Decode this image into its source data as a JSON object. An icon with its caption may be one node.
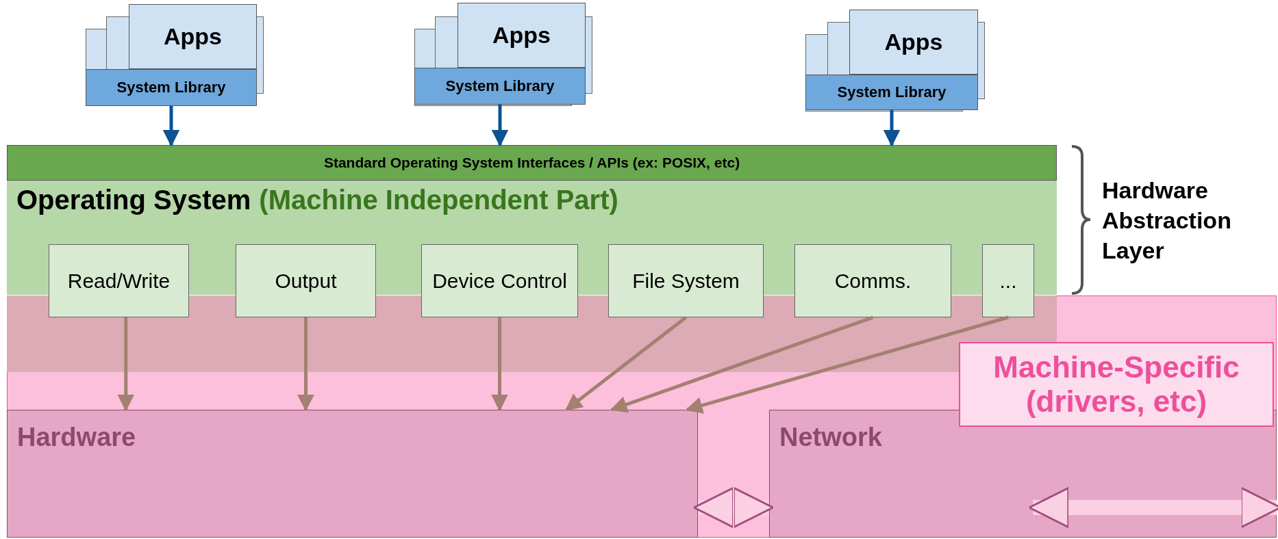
{
  "diagram": {
    "nodes": [
      {
        "text": [
          "Apps"
        ]
      },
      {
        "text": [
          "System Library"
        ]
      },
      {
        "text": [
          "Apps"
        ]
      },
      {
        "text": [
          "System Library"
        ]
      },
      {
        "text": [
          "Apps"
        ]
      },
      {
        "text": [
          "System Library"
        ]
      },
      {
        "text": [
          "Standard Operating System Interfaces / APIs  (ex: POSIX, etc)"
        ]
      },
      {
        "text": [
          "Operating System",
          "(Machine Independent Part)"
        ]
      },
      {
        "text": [
          "Read/Write"
        ]
      },
      {
        "text": [
          "Output"
        ]
      },
      {
        "text": [
          "Device Control"
        ]
      },
      {
        "text": [
          "File System"
        ]
      },
      {
        "text": [
          "Comms."
        ]
      },
      {
        "text": [
          "..."
        ]
      },
      {
        "text": [
          "Machine-Specific (drivers, etc)"
        ]
      },
      {
        "text": [
          "Hardware"
        ]
      },
      {
        "text": [
          "Network"
        ]
      }
    ],
    "edges": [
      {
        "from": 1,
        "to": 6,
        "arrow": "to",
        "color": "#0b5394"
      },
      {
        "from": 3,
        "to": 6,
        "arrow": "to",
        "color": "#0b5394"
      },
      {
        "from": 5,
        "to": 6,
        "arrow": "to",
        "color": "#0b5394"
      },
      {
        "from": 8,
        "to": 15,
        "arrow": "to"
      },
      {
        "from": 9,
        "to": 15,
        "arrow": "to"
      },
      {
        "from": 10,
        "to": 15,
        "arrow": "to"
      },
      {
        "from": 11,
        "to": 15,
        "arrow": "to"
      },
      {
        "from": 12,
        "to": 15,
        "arrow": "to"
      },
      {
        "from": 13,
        "to": 15,
        "arrow": "to"
      },
      {
        "from": 15,
        "to": 16,
        "arrow": "both",
        "style": "thick",
        "color": "#fbd0e3"
      },
      {
        "from": 16,
        "to": null,
        "arrow": "both",
        "style": "thick",
        "color": "#fbd0e3"
      }
    ],
    "labels": [
      "Hardware Abstraction Layer"
    ]
  }
}
